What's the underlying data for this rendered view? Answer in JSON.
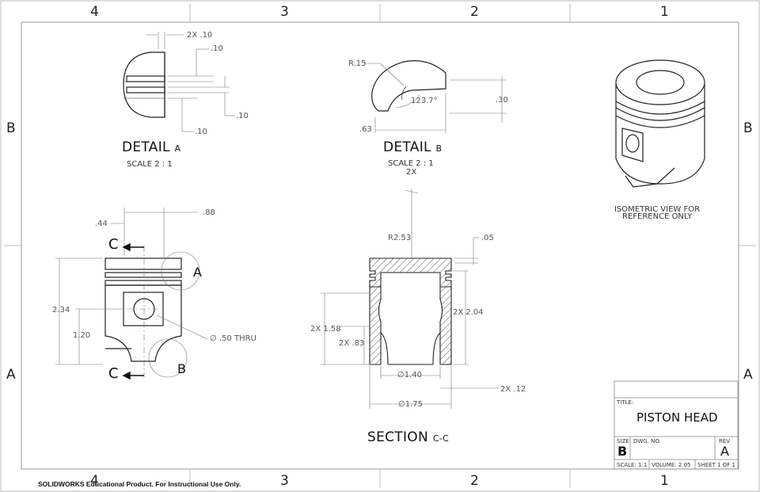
{
  "zones": {
    "top": [
      "4",
      "3",
      "2",
      "1"
    ],
    "bottom": [
      "4",
      "3",
      "2",
      "1"
    ],
    "side": [
      "B",
      "A"
    ]
  },
  "detail_a": {
    "title": "DETAIL",
    "letter": "A",
    "scale": "SCALE 2 : 1",
    "dims": {
      "width": "2X .10",
      "top": ".10",
      "right": ".10",
      "bottom": ".10"
    }
  },
  "detail_b": {
    "title": "DETAIL",
    "letter": "B",
    "scale": "SCALE 2 : 1",
    "count": "2X",
    "dims": {
      "radius": "R.15",
      "angle": "123.7°",
      "height": ".30",
      "width": ".63"
    }
  },
  "front_view": {
    "dims": {
      "d1": ".44",
      "d2": ".88",
      "height": "2.34",
      "pin_height": "1.20",
      "hole": "∅ .50 THRU"
    },
    "section_label": "C",
    "detail_a_label": "A",
    "detail_b_label": "B"
  },
  "section": {
    "title": "SECTION",
    "suffix": "C-C",
    "dims": {
      "radius": "R2.53",
      "top": ".05",
      "h1": "2X 1.58",
      "h2": "2X .83",
      "h3": "2X 2.04",
      "d_inner": "∅1.40",
      "d_outer": "∅1.75",
      "wall": "2X .12"
    }
  },
  "isometric": {
    "note_line1": "ISOMETRIC VIEW FOR",
    "note_line2": "REFERENCE ONLY"
  },
  "title_block": {
    "title_label": "TITLE:",
    "title": "PISTON HEAD",
    "size_label": "SIZE",
    "size": "B",
    "dwg_label": "DWG.  NO.",
    "rev_label": "REV",
    "rev": "A",
    "scale": "SCALE: 1:1",
    "volume": "VOLUME: 2.05",
    "sheet": "SHEET 1 OF 1"
  },
  "footer": "SOLIDWORKS Educational Product. For Instructional Use Only."
}
